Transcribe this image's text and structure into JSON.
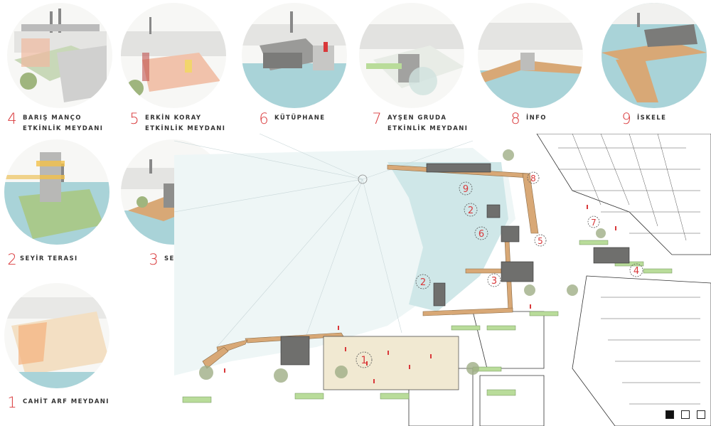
{
  "vignettes": [
    {
      "num": "4",
      "line1": "BARIŞ MANÇO",
      "line2": "ETKİNLİK MEYDANI"
    },
    {
      "num": "5",
      "line1": "ERKİN KORAY",
      "line2": "ETKİNLİK MEYDANI"
    },
    {
      "num": "6",
      "line1": "KÜTÜPHANE",
      "line2": ""
    },
    {
      "num": "7",
      "line1": "AYŞEN GRUDA",
      "line2": "ETKİNLİK MEYDANI"
    },
    {
      "num": "8",
      "line1": "İNFO",
      "line2": ""
    },
    {
      "num": "9",
      "line1": "İSKELE",
      "line2": ""
    },
    {
      "num": "2",
      "line1": "SEYİR TERASI",
      "line2": ""
    },
    {
      "num": "3",
      "line1": "SERGİ",
      "line2": ""
    },
    {
      "num": "1",
      "line1": "CAHİT ARF MEYDANI",
      "line2": ""
    }
  ],
  "plan_markers": [
    "9",
    "8",
    "2",
    "7",
    "6",
    "5",
    "3",
    "4",
    "2",
    "1"
  ],
  "colors": {
    "accent_red": "#d9383a",
    "water": "#a9d3d8",
    "deck": "#d8a876",
    "grass": "#b9dc9a",
    "square": "#f1e9d2"
  }
}
